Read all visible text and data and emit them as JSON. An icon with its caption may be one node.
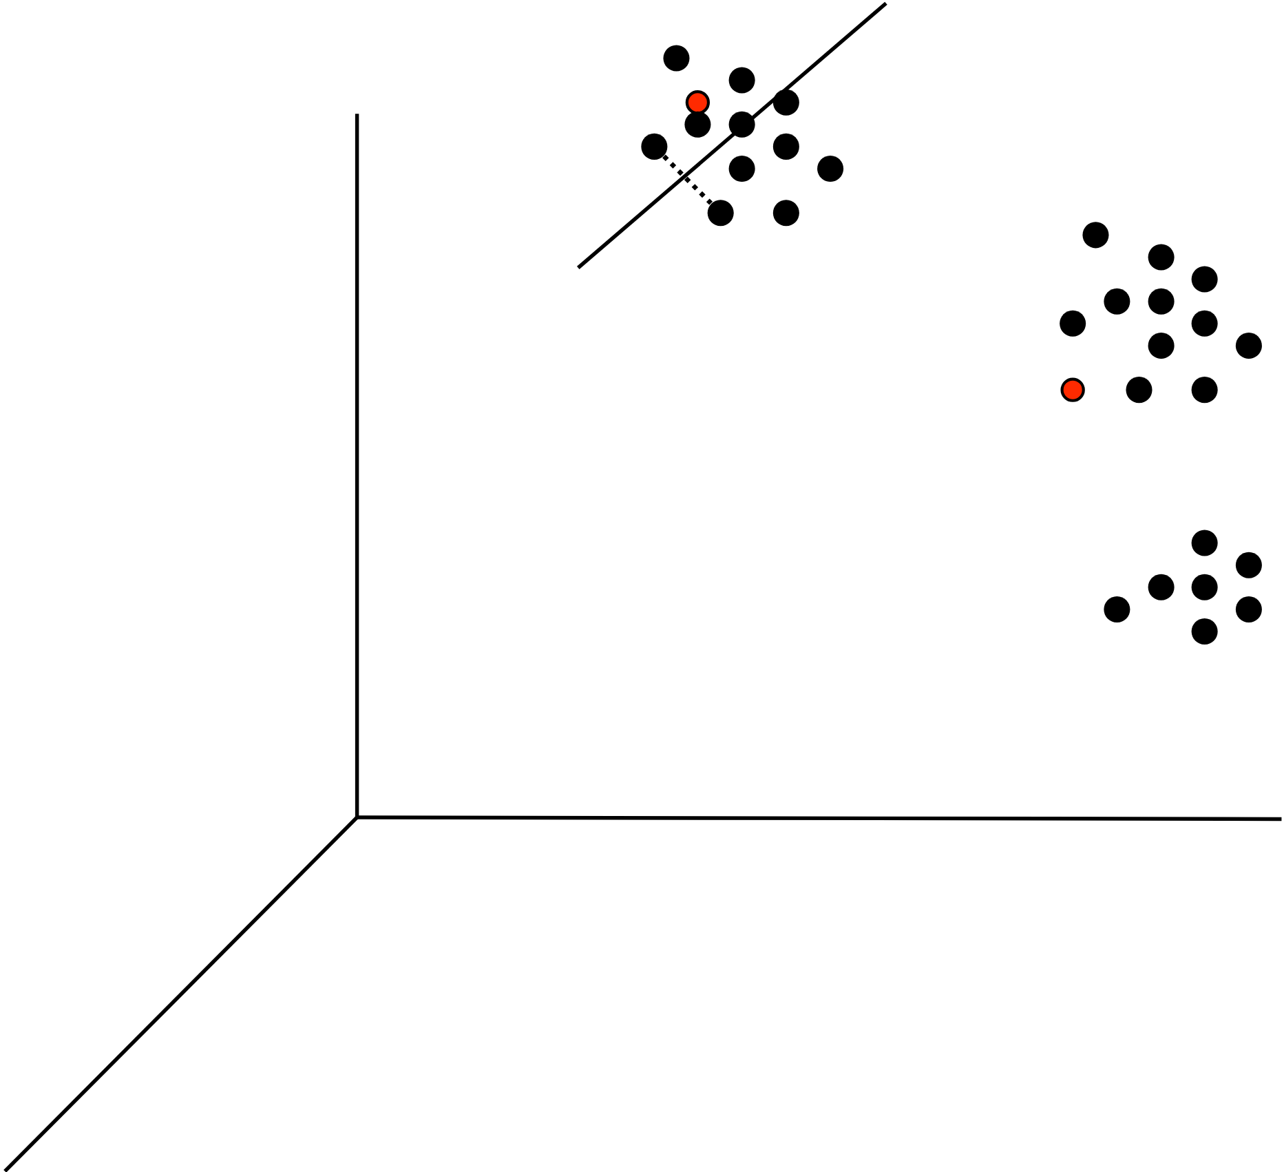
{
  "diagram": {
    "nodes": [
      {
        "text": [],
        "shape": "circle"
      },
      {
        "text": [],
        "shape": "circle"
      },
      {
        "text": [],
        "shape": "circle"
      },
      {
        "text": [],
        "shape": "circle"
      },
      {
        "text": [],
        "shape": "circle"
      },
      {
        "text": [],
        "shape": "circle"
      },
      {
        "text": [],
        "shape": "circle"
      },
      {
        "text": [],
        "shape": "circle"
      },
      {
        "text": [],
        "shape": "circle"
      },
      {
        "text": [],
        "shape": "circle"
      },
      {
        "text": [],
        "shape": "circle"
      },
      {
        "text": [],
        "shape": "circle"
      },
      {
        "text": [],
        "shape": "circle"
      },
      {
        "text": [],
        "shape": "circle"
      },
      {
        "text": [],
        "shape": "circle"
      },
      {
        "text": [],
        "shape": "circle"
      },
      {
        "text": [],
        "shape": "circle"
      },
      {
        "text": [],
        "shape": "circle"
      },
      {
        "text": [],
        "shape": "circle"
      },
      {
        "text": [],
        "shape": "circle"
      },
      {
        "text": [],
        "shape": "circle"
      },
      {
        "text": [],
        "shape": "circle"
      },
      {
        "text": [],
        "shape": "circle"
      },
      {
        "text": [],
        "shape": "circle"
      },
      {
        "text": [],
        "shape": "circle"
      },
      {
        "text": [],
        "shape": "circle"
      },
      {
        "text": [],
        "shape": "circle"
      },
      {
        "text": [],
        "shape": "circle"
      },
      {
        "text": [],
        "shape": "circle"
      },
      {
        "text": [],
        "shape": "circle"
      },
      {
        "text": [],
        "shape": "circle"
      }
    ],
    "edges": [
      {
        "from": 6,
        "to": 10,
        "arrow": "none",
        "style": "dashed"
      }
    ]
  }
}
